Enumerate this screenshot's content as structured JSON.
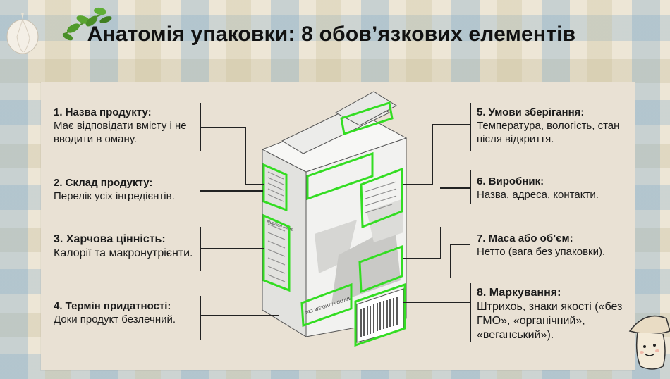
{
  "title": "Анатомія упаковки: 8 обов’язкових елементів",
  "items": [
    {
      "heading": "1. Назва продукту:",
      "text": "Має відповідати вмісту і не вводити в оману."
    },
    {
      "heading": "2. Склад продукту:",
      "text": "Перелік усіх інгредієнтів."
    },
    {
      "heading": "3. Харчова цінність:",
      "text": "Калорії та макронутрієнти."
    },
    {
      "heading": "4. Термін придатності:",
      "text": "Доки продукт безлечний."
    },
    {
      "heading": "5. Умови зберігання:",
      "text": "Температура, вологість, стан після відкриття."
    },
    {
      "heading": "6. Виробник:",
      "text": "Назва, адреса, контакти."
    },
    {
      "heading": "7. Маса або об’єм:",
      "text": "Нетто (вага без упаковки)."
    },
    {
      "heading": "8. Маркування:",
      "text": "Штрихоь, знаки якості («без ГМО», «органічний», «веганський»)."
    }
  ],
  "box_labels": {
    "net_weight": "NET WEIGHT / VOLUME",
    "nutrition": "Nutrition Facts"
  },
  "colors": {
    "highlight": "#33dd22",
    "line": "#222222"
  },
  "decor_icons": [
    "garlic-icon",
    "herb-icon",
    "mushroom-icon"
  ]
}
